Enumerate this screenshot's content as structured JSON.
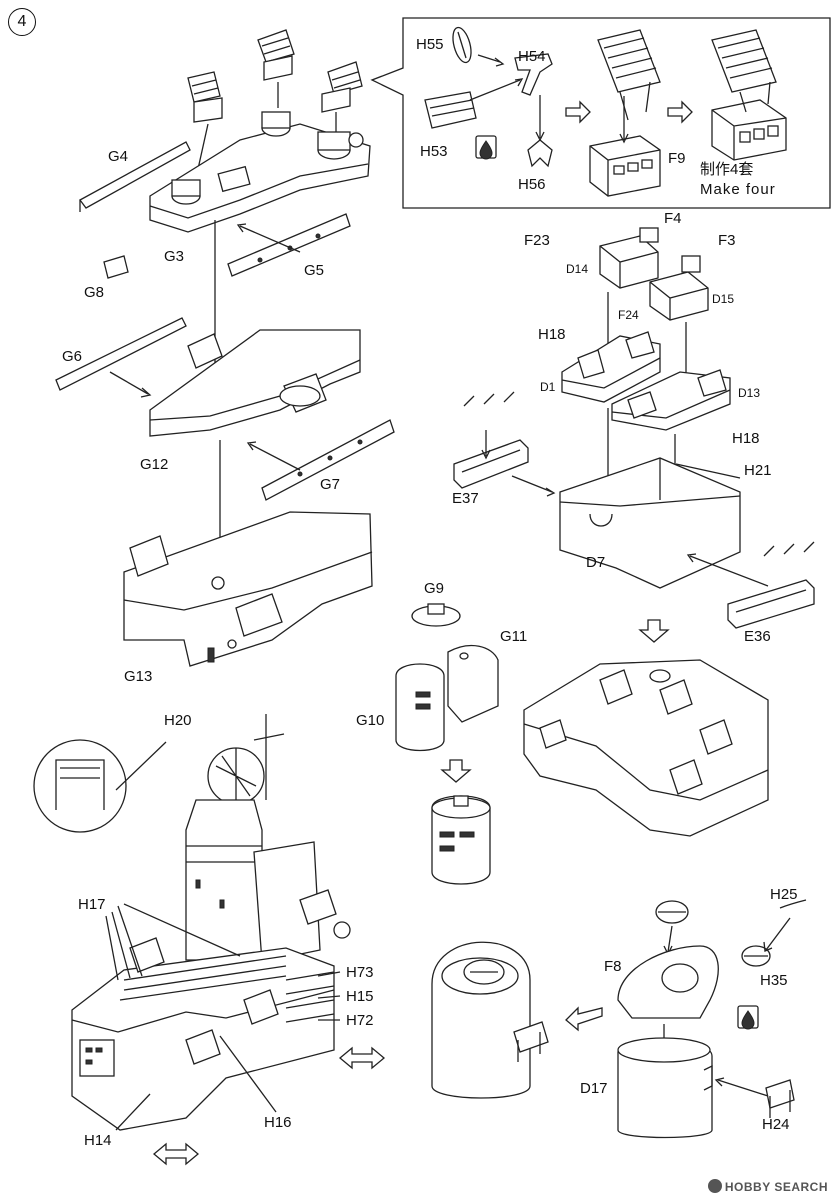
{
  "step_number": "4",
  "callout": {
    "labels": [
      "H55",
      "H54",
      "H53",
      "H56",
      "F9"
    ],
    "note_zh": "制作4套",
    "note_en": "Make four"
  },
  "left_parts": {
    "labels": [
      "G4",
      "G3",
      "G8",
      "G5",
      "G6",
      "G12",
      "G7",
      "G13"
    ]
  },
  "right_parts": {
    "labels": [
      "F4",
      "F23",
      "F3",
      "D14",
      "D15",
      "F24",
      "H18",
      "D1",
      "D13",
      "H18",
      "E37",
      "H21",
      "D7",
      "E36"
    ]
  },
  "middle_parts": {
    "labels": [
      "G9",
      "G11",
      "G10"
    ]
  },
  "bottom_left": {
    "labels": [
      "H20",
      "H17",
      "H73",
      "H15",
      "H72",
      "H16",
      "H14"
    ]
  },
  "bottom_right": {
    "labels": [
      "H25",
      "F8",
      "H35",
      "D17",
      "H24"
    ]
  },
  "watermark": "HOBBY SEARCH"
}
